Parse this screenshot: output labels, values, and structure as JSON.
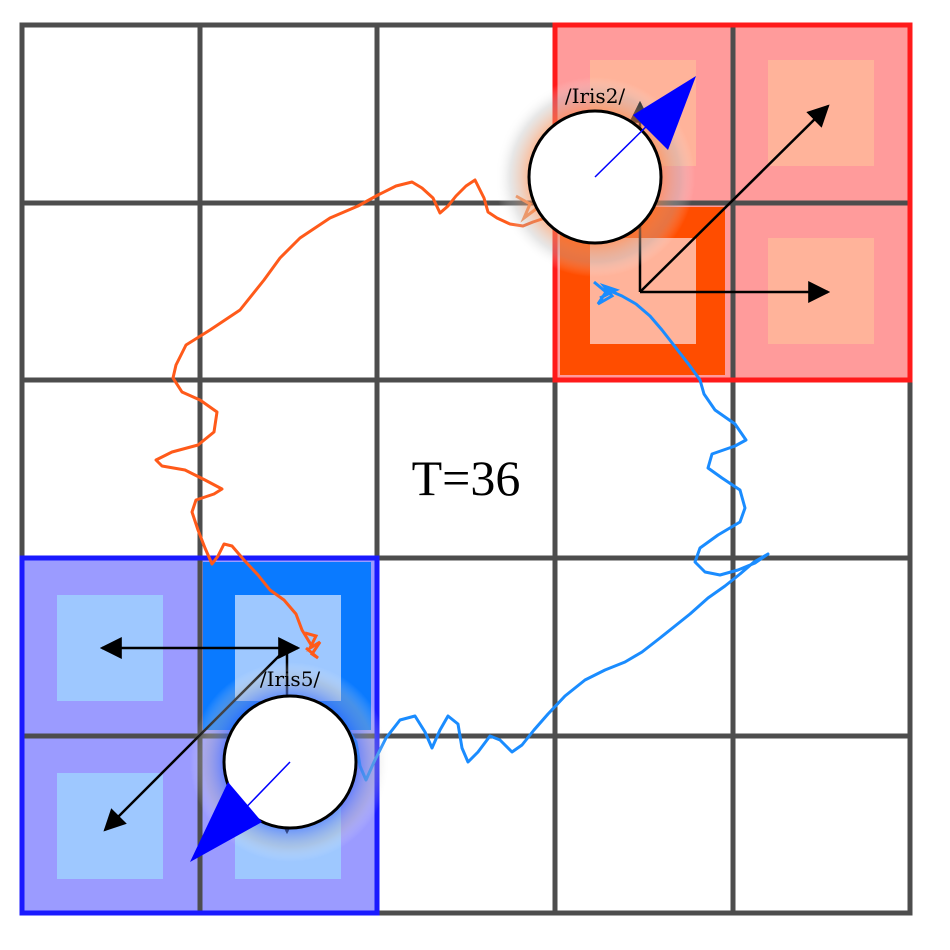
{
  "time_label": "T=36",
  "grid": {
    "rows": 5,
    "cols": 5,
    "line_color": "#4d4d4d"
  },
  "colors": {
    "red_zone_border": "#ff1a1a",
    "red_zone_fill": "#ff9b9b",
    "red_zone_inner": "#ffb39a",
    "red_active_cell": "#ff4d00",
    "blue_zone_border": "#1a1aff",
    "blue_zone_fill": "#9b9bff",
    "blue_zone_inner": "#9ec8ff",
    "blue_active_cell": "#0a7aff",
    "orange_trail": "#ff5a1a",
    "blue_trail": "#1a8cff",
    "arrow": "#000000",
    "heading_arrow": "#0000ff"
  },
  "agents": [
    {
      "id": "iris2",
      "label": "/Iris2/",
      "glow_color": "#ff6a1a"
    },
    {
      "id": "iris5",
      "label": "/Iris5/",
      "glow_color": "#2a5aff"
    }
  ]
}
